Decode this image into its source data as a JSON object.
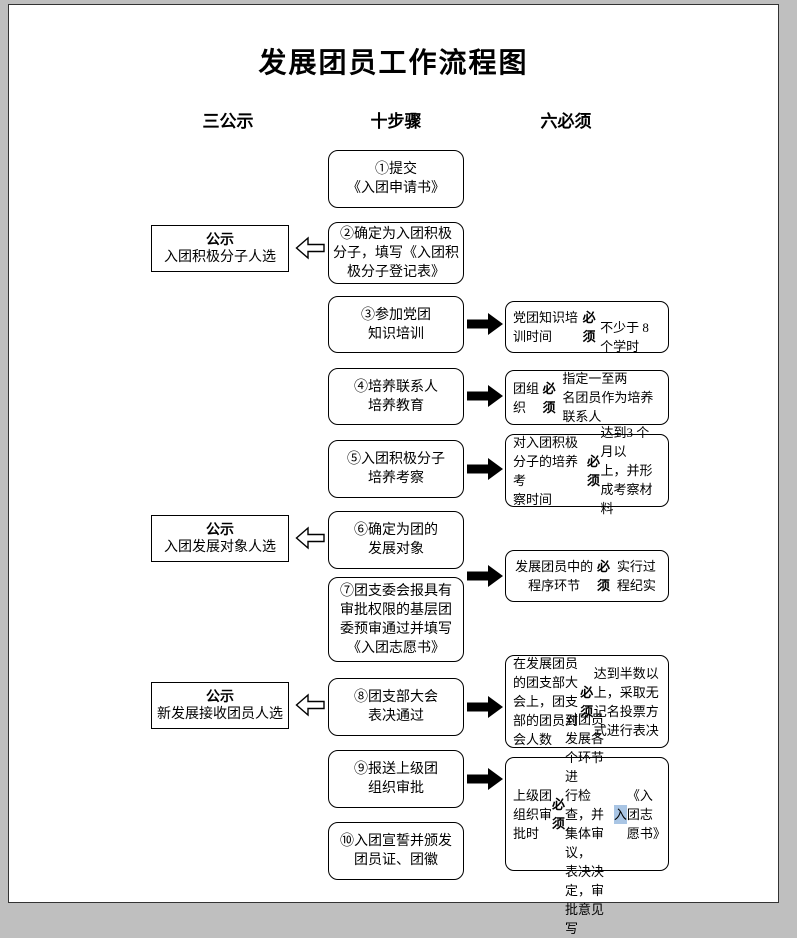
{
  "colors": {
    "page_bg": "#ffffff",
    "canvas_bg": "#bfbfbf",
    "box_border": "#000000",
    "selection_highlight": "#a9c5e4"
  },
  "title": "发展团员工作流程图",
  "headers": {
    "left": "三公示",
    "middle": "十步骤",
    "right": "六必须"
  },
  "steps": [
    {
      "text": "①提交\n《入团申请书》"
    },
    {
      "text": "②确定为入团积极\n分子，填写《入团积\n极分子登记表》"
    },
    {
      "text": "③参加党团\n知识培训"
    },
    {
      "text": "④培养联系人\n培养教育"
    },
    {
      "text": "⑤入团积极分子\n培养考察"
    },
    {
      "text": "⑥确定为团的\n发展对象"
    },
    {
      "text": "⑦团支委会报具有\n审批权限的基层团\n委预审通过并填写\n《入团志愿书》"
    },
    {
      "text": "⑧团支部大会\n表决通过"
    },
    {
      "text": "⑨报送上级团\n组织审批"
    },
    {
      "text": "⑩入团宣誓并颁发\n团员证、团徽"
    }
  ],
  "publicity": [
    {
      "label": "公示",
      "text": "入团积极分子人选"
    },
    {
      "label": "公示",
      "text": "入团发展对象人选"
    },
    {
      "label": "公示",
      "text": "新发展接收团员人选"
    }
  ],
  "requirements": [
    {
      "segments": [
        {
          "t": "党团知识培训时间"
        },
        {
          "t": "必须",
          "b": true
        },
        {
          "t": "\n不少于 8 个学时"
        }
      ]
    },
    {
      "segments": [
        {
          "t": "团组织"
        },
        {
          "t": "必须",
          "b": true
        },
        {
          "t": "指定一至两\n名团员作为培养联系人"
        }
      ]
    },
    {
      "segments": [
        {
          "t": "对入团积极分子的培养考\n察时间"
        },
        {
          "t": "必须",
          "b": true
        },
        {
          "t": "达到3 个月以\n上，并形成考察材料"
        }
      ]
    },
    {
      "segments": [
        {
          "t": "发展团员中的程序环节\n"
        },
        {
          "t": "必须",
          "b": true
        },
        {
          "t": "实行过程纪实"
        }
      ]
    },
    {
      "segments": [
        {
          "t": "在发展团员的团支部大\n会上，团支部的团员到\n会人数"
        },
        {
          "t": "必须",
          "b": true
        },
        {
          "t": "达到半数以\n上，采取无记名投票方\n式进行表决"
        }
      ]
    },
    {
      "segments": [
        {
          "t": "上级团组织审批时"
        },
        {
          "t": "必须",
          "b": true
        },
        {
          "t": "\n对团员发展各个环节进\n行检查，并集体审议，\n表决决定，审批意见写\n"
        },
        {
          "t": "入",
          "hl": true
        },
        {
          "t": "《入团志愿书》"
        }
      ]
    }
  ]
}
